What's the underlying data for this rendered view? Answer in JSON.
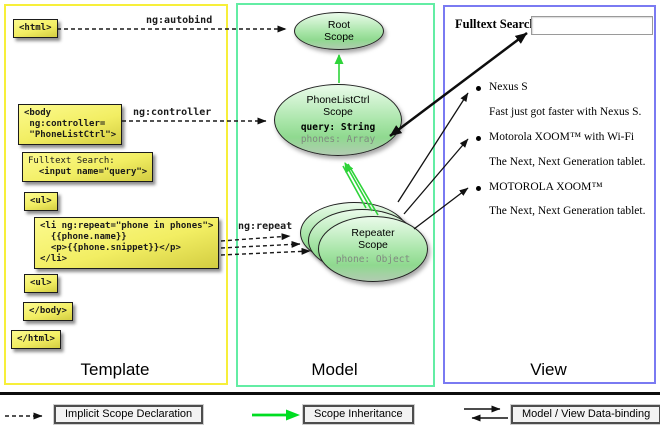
{
  "diagram": {
    "columns": [
      {
        "id": "template",
        "label": "Template"
      },
      {
        "id": "model",
        "label": "Model"
      },
      {
        "id": "view",
        "label": "View"
      }
    ],
    "arrow_labels": {
      "autobind": "ng:autobind",
      "controller": "ng:controller",
      "repeat": "ng:repeat"
    },
    "template": {
      "boxes": [
        {
          "name": "html-open",
          "lines": [
            "<html>"
          ]
        },
        {
          "name": "body-open",
          "lines": [
            "<body",
            " ng:controller=",
            " \"PhoneListCtrl\">"
          ]
        },
        {
          "name": "fulltext-input",
          "lines": [
            "Fulltext Search:",
            "  <input name=\"query\">"
          ]
        },
        {
          "name": "ul-1",
          "lines": [
            "<ul>"
          ]
        },
        {
          "name": "li-repeat",
          "lines": [
            "<li ng:repeat=\"phone in phones\">",
            "  {{phone.name}}",
            "  <p>{{phone.snippet}}</p>",
            "</li>"
          ]
        },
        {
          "name": "ul-2",
          "lines": [
            "<ul>"
          ]
        },
        {
          "name": "body-close",
          "lines": [
            "</body>"
          ]
        },
        {
          "name": "html-close",
          "lines": [
            "</html>"
          ]
        }
      ]
    },
    "model": {
      "root_scope": {
        "title_lines": [
          "Root",
          "Scope"
        ]
      },
      "phonelist_scope": {
        "title_lines": [
          "PhoneListCtrl",
          "Scope"
        ],
        "props": [
          {
            "text": "query: String",
            "emphasis": true
          },
          {
            "text": "phones: Array",
            "emphasis": false
          }
        ]
      },
      "repeater_scope": {
        "title_lines": [
          "Repeater",
          "Scope"
        ],
        "props": [
          {
            "text": "phone: Object",
            "emphasis": false
          }
        ]
      }
    },
    "view": {
      "search_label": "Fulltext Search:",
      "search_value": "",
      "items": [
        {
          "title": "Nexus S",
          "desc": "Fast just got faster with Nexus S."
        },
        {
          "title": "Motorola XOOM™  with Wi-Fi",
          "desc": "The Next, Next Generation tablet."
        },
        {
          "title": "MOTOROLA XOOM™",
          "desc": "The Next, Next Generation tablet."
        }
      ]
    }
  },
  "legend": {
    "items": [
      {
        "label": "Implicit Scope Declaration",
        "arrow": "dashed-black"
      },
      {
        "label": "Scope Inheritance",
        "arrow": "solid-green"
      },
      {
        "label": "Model / View Data-binding",
        "arrow": "double-black"
      }
    ]
  },
  "colors": {
    "template_border": "#f7ef3a",
    "model_border": "#63eda4",
    "view_border": "#7a7af2",
    "code_box_fill": "#f2ee63",
    "scope_fill": "#9fe29f",
    "inheritance_green": "#2ed339",
    "arrow_black": "#111111"
  }
}
